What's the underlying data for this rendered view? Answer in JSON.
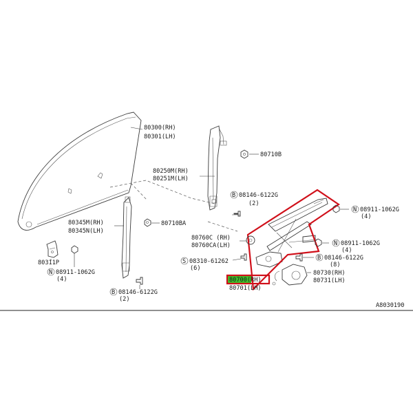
{
  "labels": {
    "glass_rh": "80300(RH)",
    "glass_lh": "80301(LH)",
    "channel_rh": "80250M(RH)",
    "channel_lh": "80251M(LH)",
    "nut_top": "80710B",
    "bolt_top": "08146-6122G",
    "bolt_top_qty": "(2)",
    "nut_upper_right": "08911-1062G",
    "nut_upper_right_qty": "(4)",
    "sash_rh": "80345M(RH)",
    "sash_lh": "80345N(LH)",
    "nut_mid": "80710BA",
    "bracket": "80311P",
    "nut_left": "08911-1062G",
    "nut_left_qty": "(4)",
    "bolt_left": "08146-6122G",
    "bolt_left_qty": "(2)",
    "slider_rh": "80760C (RH)",
    "slider_lh": "80760CA(LH)",
    "nut_right": "08911-1062G",
    "nut_right_qty": "(4)",
    "screw": "08310-61262",
    "screw_qty": "(6)",
    "bolt_right": "08146-6122G",
    "bolt_right_qty": "(8)",
    "regulator_rh": "80700(RH)",
    "regulator_lh": "80701(LH)",
    "motor_rh": "80730(RH)",
    "motor_lh": "80731(LH)",
    "diagram_code": "A8030190"
  },
  "symbols": {
    "circle_n": "N",
    "circle_b": "B",
    "circle_s": "S"
  },
  "colors": {
    "callout_outline": "#d0101a",
    "highlight_fill": "#3fbf2a",
    "ink": "#1a1a1a"
  }
}
